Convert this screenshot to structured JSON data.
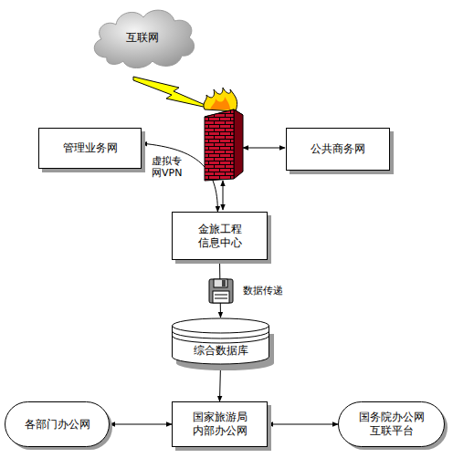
{
  "diagram": {
    "nodes": [
      {
        "text": [
          "互联网"
        ]
      },
      {
        "text": [
          "管理业务网"
        ]
      },
      {
        "text": [
          "公共商务网"
        ]
      },
      {
        "text": [
          "金旅工程 信息中心"
        ]
      },
      {
        "text": [
          "综合数据库"
        ]
      },
      {
        "text": [
          "各部门办公网"
        ]
      },
      {
        "text": [
          "国家旅游局 内部办公网"
        ]
      },
      {
        "text": [
          "国务院办公网 互联平台"
        ]
      }
    ],
    "edges": [
      {
        "from": 1,
        "to": 3,
        "arrow": "both",
        "label": "虚拟专 网VPN"
      },
      {
        "from": 3,
        "to": 4,
        "arrow": "to",
        "label": "数据传递"
      },
      {
        "from": 4,
        "to": 6,
        "arrow": "to"
      },
      {
        "from": 6,
        "to": 5,
        "arrow": "both"
      },
      {
        "from": 6,
        "to": 7,
        "arrow": "both"
      }
    ]
  }
}
